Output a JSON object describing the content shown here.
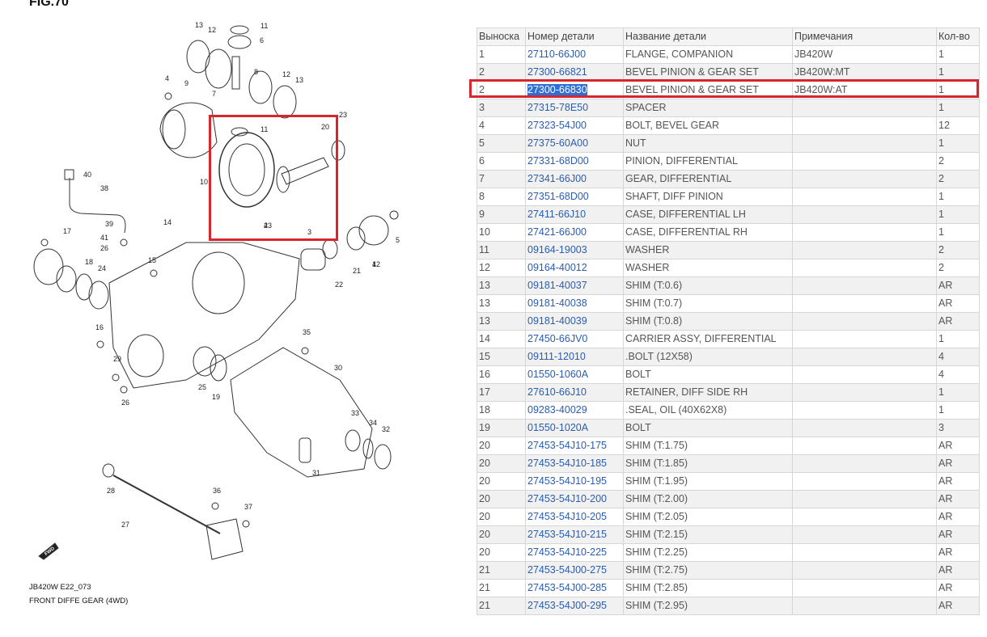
{
  "diagram": {
    "title_fragment": "FIG.70",
    "caption_line1": "JB420W E22_073",
    "caption_line2": "FRONT DIFFE GEAR (4WD)",
    "fwd_label": "FWD",
    "callouts": [
      "1",
      "2",
      "3",
      "4",
      "5",
      "6",
      "7",
      "8",
      "9",
      "10",
      "11",
      "11",
      "12",
      "12",
      "13",
      "13",
      "14",
      "15",
      "16",
      "17",
      "18",
      "19",
      "20",
      "21",
      "22",
      "23",
      "24",
      "25",
      "26",
      "26",
      "27",
      "28",
      "29",
      "30",
      "31",
      "32",
      "33",
      "34",
      "35",
      "36",
      "37",
      "38",
      "39",
      "40",
      "41",
      "42",
      "43"
    ]
  },
  "table": {
    "headers": [
      "Выноска",
      "Номер детали",
      "Название детали",
      "Примечания",
      "Кол-во"
    ],
    "rows": [
      {
        "ref": "1",
        "pn": "27110-66J00",
        "name": "FLANGE, COMPANION",
        "note": "JB420W",
        "qty": "1"
      },
      {
        "ref": "2",
        "pn": "27300-66821",
        "name": "BEVEL PINION & GEAR SET",
        "note": "JB420W:MT",
        "qty": "1"
      },
      {
        "ref": "2",
        "pn": "27300-66830",
        "name": "BEVEL PINION & GEAR SET",
        "note": "JB420W:AT",
        "qty": "1"
      },
      {
        "ref": "3",
        "pn": "27315-78E50",
        "name": "SPACER",
        "note": "",
        "qty": "1"
      },
      {
        "ref": "4",
        "pn": "27323-54J00",
        "name": "BOLT, BEVEL GEAR",
        "note": "",
        "qty": "12"
      },
      {
        "ref": "5",
        "pn": "27375-60A00",
        "name": "NUT",
        "note": "",
        "qty": "1"
      },
      {
        "ref": "6",
        "pn": "27331-68D00",
        "name": "PINION, DIFFERENTIAL",
        "note": "",
        "qty": "2"
      },
      {
        "ref": "7",
        "pn": "27341-66J00",
        "name": "GEAR, DIFFERENTIAL",
        "note": "",
        "qty": "2"
      },
      {
        "ref": "8",
        "pn": "27351-68D00",
        "name": "SHAFT, DIFF PINION",
        "note": "",
        "qty": "1"
      },
      {
        "ref": "9",
        "pn": "27411-66J10",
        "name": "CASE, DIFFERENTIAL LH",
        "note": "",
        "qty": "1"
      },
      {
        "ref": "10",
        "pn": "27421-66J00",
        "name": "CASE, DIFFERENTIAL RH",
        "note": "",
        "qty": "1"
      },
      {
        "ref": "11",
        "pn": "09164-19003",
        "name": "WASHER",
        "note": "",
        "qty": "2"
      },
      {
        "ref": "12",
        "pn": "09164-40012",
        "name": "WASHER",
        "note": "",
        "qty": "2"
      },
      {
        "ref": "13",
        "pn": "09181-40037",
        "name": "SHIM (T:0.6)",
        "note": "",
        "qty": "AR"
      },
      {
        "ref": "13",
        "pn": "09181-40038",
        "name": "SHIM (T:0.7)",
        "note": "",
        "qty": "AR"
      },
      {
        "ref": "13",
        "pn": "09181-40039",
        "name": "SHIM (T:0.8)",
        "note": "",
        "qty": "AR"
      },
      {
        "ref": "14",
        "pn": "27450-66JV0",
        "name": "CARRIER ASSY, DIFFERENTIAL",
        "note": "",
        "qty": "1"
      },
      {
        "ref": "15",
        "pn": "09111-12010",
        "name": ".BOLT (12X58)",
        "note": "",
        "qty": "4"
      },
      {
        "ref": "16",
        "pn": "01550-1060A",
        "name": "BOLT",
        "note": "",
        "qty": "4"
      },
      {
        "ref": "17",
        "pn": "27610-66J10",
        "name": "RETAINER, DIFF SIDE RH",
        "note": "",
        "qty": "1"
      },
      {
        "ref": "18",
        "pn": "09283-40029",
        "name": ".SEAL, OIL (40X62X8)",
        "note": "",
        "qty": "1"
      },
      {
        "ref": "19",
        "pn": "01550-1020A",
        "name": "BOLT",
        "note": "",
        "qty": "3"
      },
      {
        "ref": "20",
        "pn": "27453-54J10-175",
        "name": "SHIM (T:1.75)",
        "note": "",
        "qty": "AR"
      },
      {
        "ref": "20",
        "pn": "27453-54J10-185",
        "name": "SHIM (T:1.85)",
        "note": "",
        "qty": "AR"
      },
      {
        "ref": "20",
        "pn": "27453-54J10-195",
        "name": "SHIM (T:1.95)",
        "note": "",
        "qty": "AR"
      },
      {
        "ref": "20",
        "pn": "27453-54J10-200",
        "name": "SHIM (T:2.00)",
        "note": "",
        "qty": "AR"
      },
      {
        "ref": "20",
        "pn": "27453-54J10-205",
        "name": "SHIM (T:2.05)",
        "note": "",
        "qty": "AR"
      },
      {
        "ref": "20",
        "pn": "27453-54J10-215",
        "name": "SHIM (T:2.15)",
        "note": "",
        "qty": "AR"
      },
      {
        "ref": "20",
        "pn": "27453-54J10-225",
        "name": "SHIM (T:2.25)",
        "note": "",
        "qty": "AR"
      },
      {
        "ref": "21",
        "pn": "27453-54J00-275",
        "name": "SHIM (T:2.75)",
        "note": "",
        "qty": "AR"
      },
      {
        "ref": "21",
        "pn": "27453-54J00-285",
        "name": "SHIM (T:2.85)",
        "note": "",
        "qty": "AR"
      },
      {
        "ref": "21",
        "pn": "27453-54J00-295",
        "name": "SHIM (T:2.95)",
        "note": "",
        "qty": "AR"
      }
    ],
    "selected_row_index": 2
  },
  "colors": {
    "highlight_red": "#d8262e",
    "link_blue": "#2a5db0",
    "selection_blue": "#2d6fd6"
  }
}
